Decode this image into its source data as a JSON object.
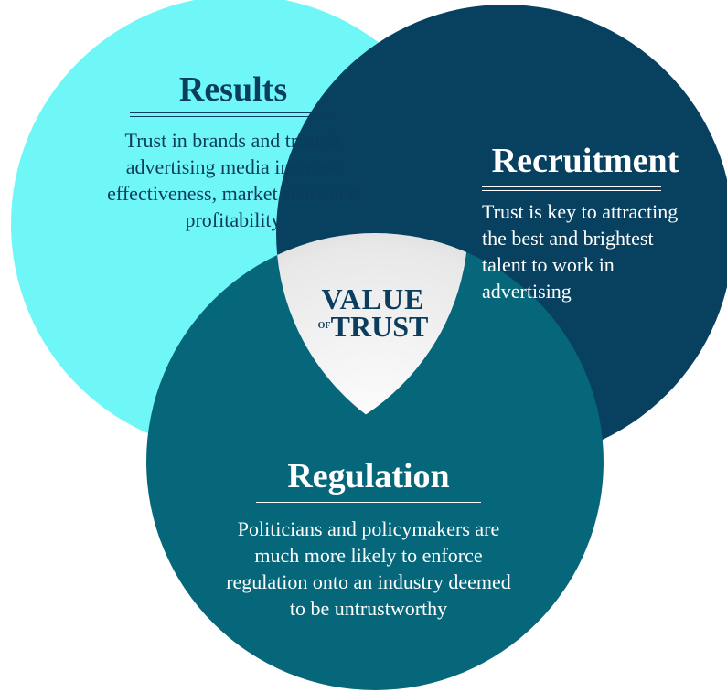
{
  "colors": {
    "results_circle": "#6ff7f7",
    "recruitment_circle": "#07415f",
    "regulation_circle": "#06677a",
    "center": "#e6e6e6",
    "title_dark": "#0b3d5f"
  },
  "center": {
    "line1": "VALUE",
    "of": "OF",
    "line2": "TRUST"
  },
  "results": {
    "title": "Results",
    "body": "Trust in brands and trust in advertising media increase effectiveness, market share and profitability"
  },
  "recruitment": {
    "title": "Recruitment",
    "body": "Trust is key to attracting the best and brightest talent to work in advertising"
  },
  "regulation": {
    "title": "Regulation",
    "body": "Politicians and policymakers are much more likely to enforce regulation onto an industry deemed to be untrustworthy"
  }
}
